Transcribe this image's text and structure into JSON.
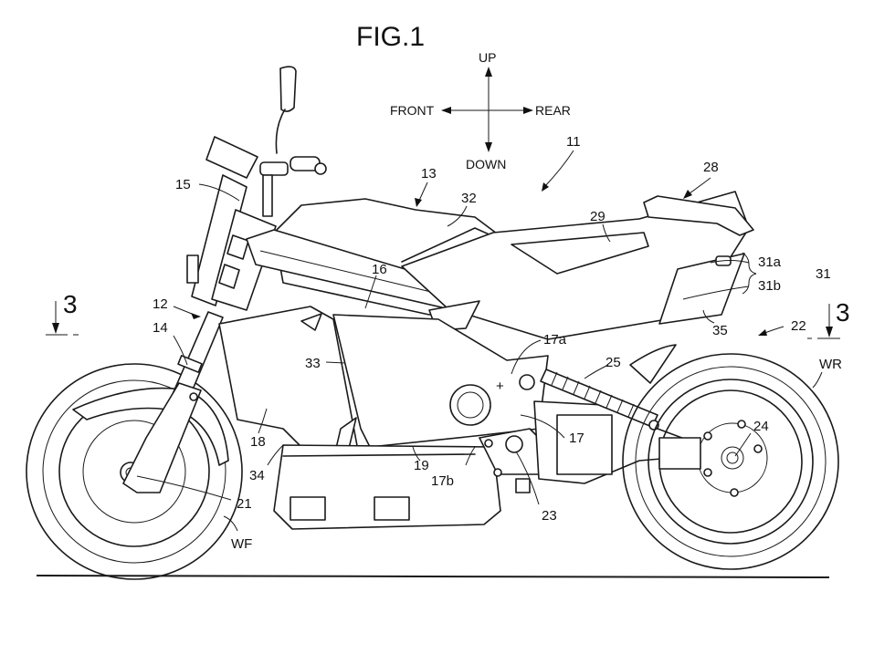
{
  "figure": {
    "title": "FIG.1",
    "directions": {
      "up": "UP",
      "down": "DOWN",
      "front": "FRONT",
      "rear": "REAR"
    },
    "section_markers": [
      {
        "id": "left",
        "label": "3"
      },
      {
        "id": "right",
        "label": "3"
      }
    ],
    "reference_labels": {
      "motorcycle": "11",
      "front_fork_assembly": "12",
      "body": "13",
      "front_fork": "14",
      "head_cover": "15",
      "main_frame": "16",
      "swing_arm_pivot_frame": "17",
      "pivot_upper": "17a",
      "pivot_lower": "17b",
      "down_tube": "18",
      "lower_frame": "19",
      "front_axle": "21",
      "rear_assembly": "22",
      "pivot_shaft": "23",
      "rear_axle": "24",
      "rear_shock": "25",
      "tail_cowl": "28",
      "seat": "29",
      "side_cover": "31",
      "side_cover_upper": "31a",
      "side_cover_lower": "31b",
      "tank_cover": "32",
      "side_panel": "33",
      "under_cover": "34",
      "rear_fender_edge": "35",
      "front_wheel": "WF",
      "rear_wheel": "WR"
    }
  }
}
